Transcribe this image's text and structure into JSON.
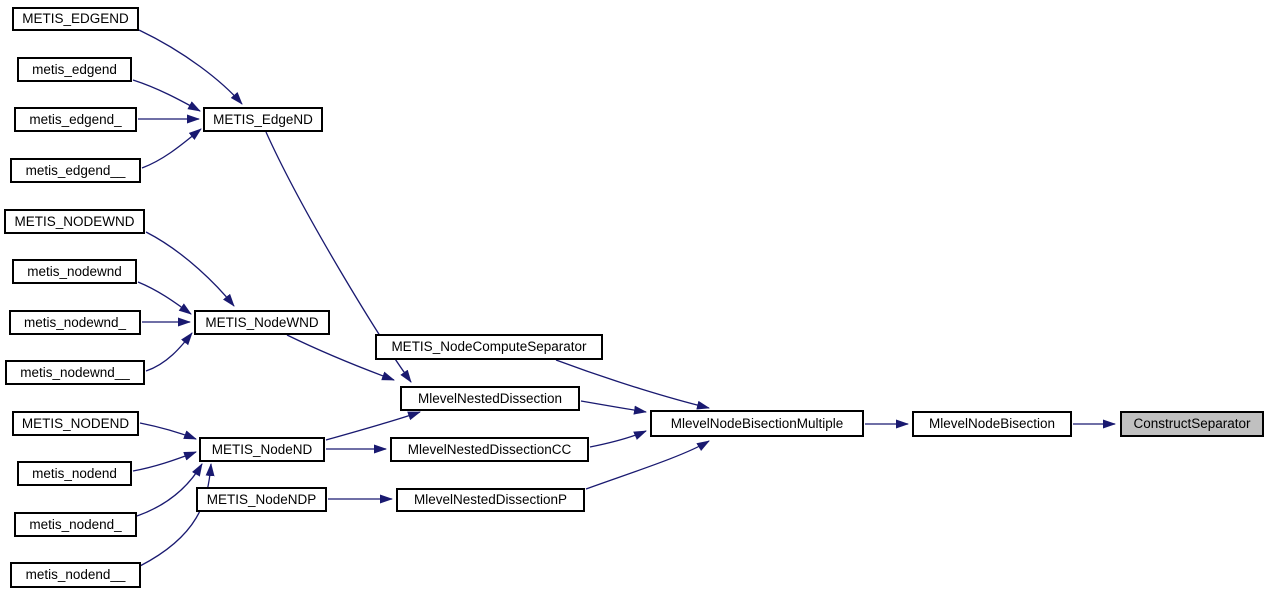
{
  "graph": {
    "type": "call-graph",
    "highlighted_node": "ConstructSeparator",
    "colors": {
      "edge": "#191970",
      "node_border": "#000000",
      "node_fill": "#ffffff",
      "highlight_fill": "#c0c0c0",
      "background": "#ffffff"
    },
    "nodes": [
      {
        "id": "METIS_EDGEND",
        "label": "METIS_EDGEND"
      },
      {
        "id": "metis_edgend",
        "label": "metis_edgend"
      },
      {
        "id": "metis_edgend_",
        "label": "metis_edgend_"
      },
      {
        "id": "metis_edgend__",
        "label": "metis_edgend__"
      },
      {
        "id": "METIS_EdgeND",
        "label": "METIS_EdgeND"
      },
      {
        "id": "METIS_NODEWND",
        "label": "METIS_NODEWND"
      },
      {
        "id": "metis_nodewnd",
        "label": "metis_nodewnd"
      },
      {
        "id": "metis_nodewnd_",
        "label": "metis_nodewnd_"
      },
      {
        "id": "metis_nodewnd__",
        "label": "metis_nodewnd__"
      },
      {
        "id": "METIS_NodeWND",
        "label": "METIS_NodeWND"
      },
      {
        "id": "METIS_NODEND",
        "label": "METIS_NODEND"
      },
      {
        "id": "metis_nodend",
        "label": "metis_nodend"
      },
      {
        "id": "metis_nodend_",
        "label": "metis_nodend_"
      },
      {
        "id": "metis_nodend__",
        "label": "metis_nodend__"
      },
      {
        "id": "METIS_NodeND",
        "label": "METIS_NodeND"
      },
      {
        "id": "METIS_NodeNDP",
        "label": "METIS_NodeNDP"
      },
      {
        "id": "METIS_NodeComputeSeparator",
        "label": "METIS_NodeComputeSeparator"
      },
      {
        "id": "MlevelNestedDissection",
        "label": "MlevelNestedDissection"
      },
      {
        "id": "MlevelNestedDissectionCC",
        "label": "MlevelNestedDissectionCC"
      },
      {
        "id": "MlevelNestedDissectionP",
        "label": "MlevelNestedDissectionP"
      },
      {
        "id": "MlevelNodeBisectionMultiple",
        "label": "MlevelNodeBisectionMultiple"
      },
      {
        "id": "MlevelNodeBisection",
        "label": "MlevelNodeBisection"
      },
      {
        "id": "ConstructSeparator",
        "label": "ConstructSeparator"
      }
    ],
    "edges": [
      {
        "from": "METIS_EDGEND",
        "to": "METIS_EdgeND"
      },
      {
        "from": "metis_edgend",
        "to": "METIS_EdgeND"
      },
      {
        "from": "metis_edgend_",
        "to": "METIS_EdgeND"
      },
      {
        "from": "metis_edgend__",
        "to": "METIS_EdgeND"
      },
      {
        "from": "METIS_EdgeND",
        "to": "MlevelNestedDissection"
      },
      {
        "from": "METIS_NODEWND",
        "to": "METIS_NodeWND"
      },
      {
        "from": "metis_nodewnd",
        "to": "METIS_NodeWND"
      },
      {
        "from": "metis_nodewnd_",
        "to": "METIS_NodeWND"
      },
      {
        "from": "metis_nodewnd__",
        "to": "METIS_NodeWND"
      },
      {
        "from": "METIS_NodeWND",
        "to": "MlevelNestedDissection"
      },
      {
        "from": "METIS_NODEND",
        "to": "METIS_NodeND"
      },
      {
        "from": "metis_nodend",
        "to": "METIS_NodeND"
      },
      {
        "from": "metis_nodend_",
        "to": "METIS_NodeND"
      },
      {
        "from": "metis_nodend__",
        "to": "METIS_NodeND"
      },
      {
        "from": "METIS_NodeND",
        "to": "MlevelNestedDissection"
      },
      {
        "from": "METIS_NodeND",
        "to": "MlevelNestedDissectionCC"
      },
      {
        "from": "METIS_NodeNDP",
        "to": "MlevelNestedDissectionP"
      },
      {
        "from": "METIS_NodeComputeSeparator",
        "to": "MlevelNodeBisectionMultiple"
      },
      {
        "from": "MlevelNestedDissection",
        "to": "MlevelNodeBisectionMultiple"
      },
      {
        "from": "MlevelNestedDissectionCC",
        "to": "MlevelNodeBisectionMultiple"
      },
      {
        "from": "MlevelNestedDissectionP",
        "to": "MlevelNodeBisectionMultiple"
      },
      {
        "from": "MlevelNodeBisectionMultiple",
        "to": "MlevelNodeBisection"
      },
      {
        "from": "MlevelNodeBisection",
        "to": "ConstructSeparator"
      }
    ]
  }
}
